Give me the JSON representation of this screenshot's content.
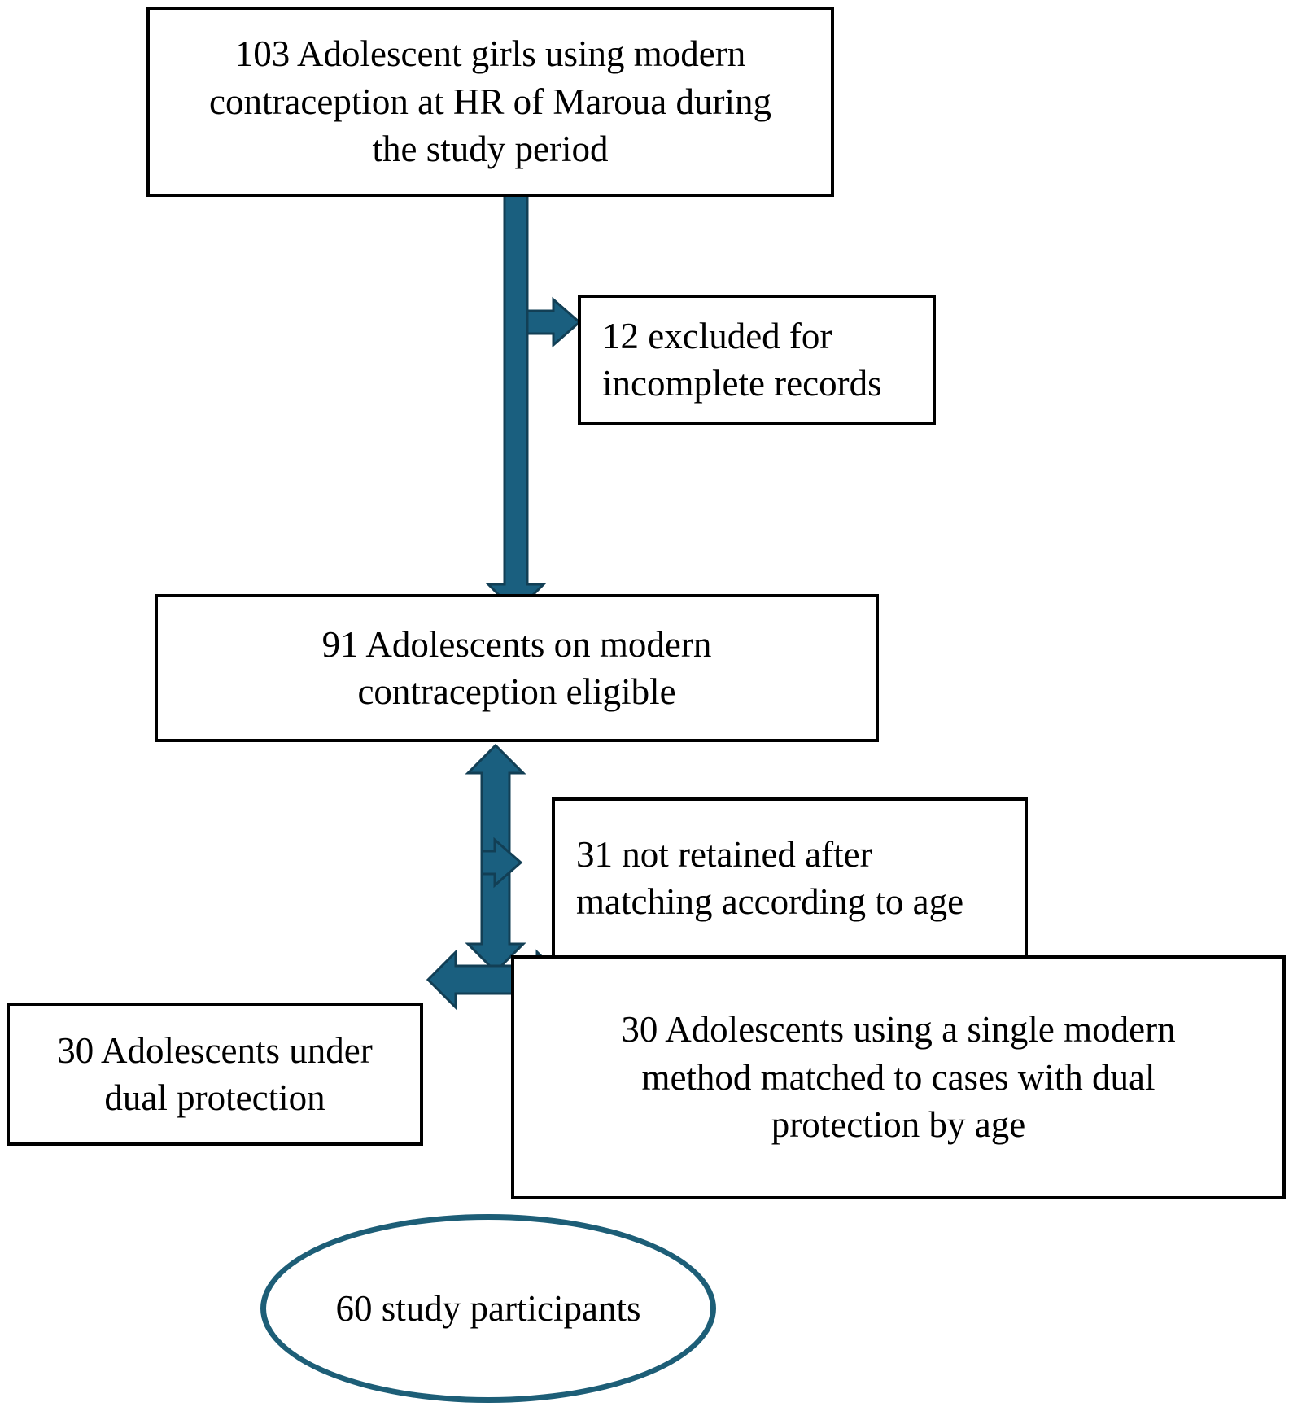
{
  "diagram": {
    "type": "flowchart",
    "title": "Study participant selection flow",
    "accent_color": "#1a5f7f",
    "arrow_outline_color": "#123f55",
    "box_border_color": "#000000",
    "background_color": "#ffffff",
    "text_color": "#000000",
    "nodes": [
      {
        "id": "source",
        "shape": "rectangle",
        "count": 103,
        "text": "103 Adolescent girls using modern\ncontraception at HR of Maroua during\nthe study period"
      },
      {
        "id": "excluded",
        "shape": "rectangle",
        "count": 12,
        "text": "12 excluded for\nincomplete records"
      },
      {
        "id": "eligible",
        "shape": "rectangle",
        "count": 91,
        "text": "91 Adolescents on modern\ncontraception eligible"
      },
      {
        "id": "not-retained",
        "shape": "rectangle",
        "count": 31,
        "text": "31 not retained after\nmatching according to age"
      },
      {
        "id": "dual-protection",
        "shape": "rectangle",
        "count": 30,
        "text": "30 Adolescents under\ndual protection"
      },
      {
        "id": "single-method",
        "shape": "rectangle",
        "count": 30,
        "text": "30 Adolescents using a single modern\nmethod matched to cases with dual\nprotection by age"
      },
      {
        "id": "participants",
        "shape": "ellipse",
        "count": 60,
        "text": "60 study\nparticipants"
      }
    ],
    "edges": [
      {
        "id": "source-to-eligible",
        "from": "source",
        "to": "eligible",
        "style": "block-arrow-down"
      },
      {
        "id": "source-to-excluded",
        "from": "source",
        "to": "excluded",
        "style": "block-arrow-right"
      },
      {
        "id": "eligible-to-groups",
        "from": "eligible",
        "to": "dual-protection",
        "style": "block-arrow-double-vertical"
      },
      {
        "id": "eligible-to-not-retained",
        "from": "eligible",
        "to": "not-retained",
        "style": "block-arrow-right"
      },
      {
        "id": "dual-to-single",
        "from": "dual-protection",
        "to": "single-method",
        "style": "block-arrow-double-horizontal"
      }
    ]
  }
}
